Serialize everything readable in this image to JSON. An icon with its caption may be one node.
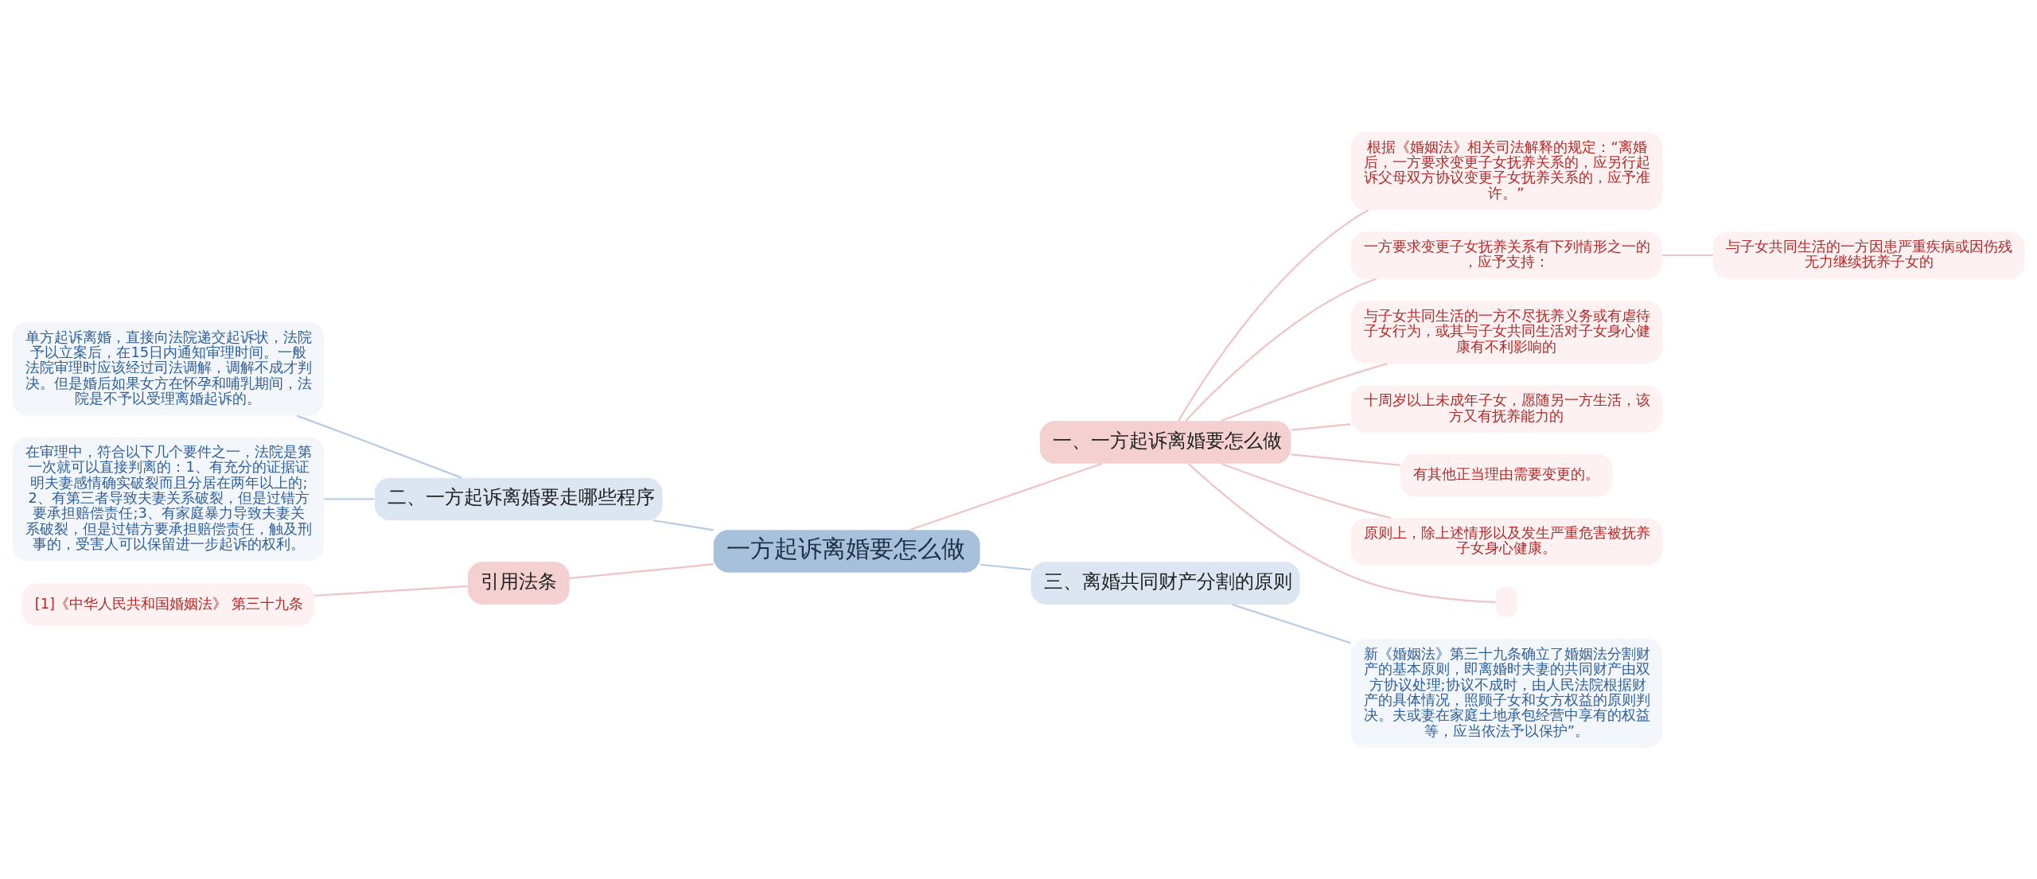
{
  "diagram": {
    "nodes": [
      {
        "text": [
          "一方起诉离婚要怎么做"
        ]
      },
      {
        "text": [
          "一、一方起诉离婚要怎么做"
        ]
      },
      {
        "text": [
          "根据《婚姻法》相关司法解释的规定：“离婚后，一方要求变更子女抚养关系的，应另行起诉父母双方协议变更子女抚养关系的，应予准许。”"
        ]
      },
      {
        "text": [
          "一方要求变更子女抚养关系有下列情形之一的，应予支持："
        ]
      },
      {
        "text": [
          "与子女共同生活的一方因患严重疾病或因伤残无力继续抚养子女的"
        ]
      },
      {
        "text": [
          "与子女共同生活的一方不尽抚养义务或有虐待子女行为，或其与子女共同生活对子女身心健康有不利影响的"
        ]
      },
      {
        "text": [
          "十周岁以上未成年子女，愿随另一方生活，该方又有抚养能力的"
        ]
      },
      {
        "text": [
          "有其他正当理由需要变更的。"
        ]
      },
      {
        "text": [
          "原则上，除上述情形以及发生严重危害被抚养子女身心健康。"
        ]
      },
      {
        "text": [],
        "shape": "box"
      },
      {
        "text": [
          "三、离婚共同财产分割的原则"
        ]
      },
      {
        "text": [
          "新《婚姻法》第三十九条确立了婚姻法分割财产的基本原则，即离婚时夫妻的共同财产由双方协议处理;协议不成时，由人民法院根据财产的具体情况，照顾子女和女方权益的原则判决。夫或妻在家庭土地承包经营中享有的权益等，应当依法予以保护”。"
        ]
      },
      {
        "text": [
          "二、一方起诉离婚要走哪些程序"
        ]
      },
      {
        "text": [
          "单方起诉离婚，直接向法院递交起诉状，法院予以立案后，在15日内通知审理时间。一般法院审理时应该经过司法调解，调解不成才判决。但是婚后如果女方在怀孕和哺乳期间，法院是不予以受理离婚起诉的。"
        ]
      },
      {
        "text": [
          "在审理中，符合以下几个要件之一，法院是第一次就可以直接判离的：1、有充分的证据证明夫妻感情确实破裂而且分居在两年以上的;2、有第三者导致夫妻关系破裂，但是过错方要承担赔偿责任;3、有家庭暴力导致夫妻关系破裂，但是过错方要承担赔偿责任，触及刑事的，受害人可以保留进一步起诉的权利。"
        ]
      },
      {
        "text": [
          "引用法条"
        ]
      },
      {
        "text": [
          "[1]《中华人民共和国婚姻法》 第三十九条"
        ]
      }
    ],
    "edges": [
      {
        "from": 0,
        "to": 1,
        "arrow": "none"
      },
      {
        "from": 1,
        "to": 2,
        "arrow": "none"
      },
      {
        "from": 1,
        "to": 3,
        "arrow": "none"
      },
      {
        "from": 3,
        "to": 4,
        "arrow": "none"
      },
      {
        "from": 1,
        "to": 5,
        "arrow": "none"
      },
      {
        "from": 1,
        "to": 6,
        "arrow": "none"
      },
      {
        "from": 1,
        "to": 7,
        "arrow": "none"
      },
      {
        "from": 1,
        "to": 8,
        "arrow": "none"
      },
      {
        "from": 1,
        "to": 9,
        "arrow": "none"
      },
      {
        "from": 0,
        "to": 10,
        "arrow": "none",
        "color": "#b8cce4"
      },
      {
        "from": 10,
        "to": 11,
        "arrow": "none",
        "color": "#b8cce4"
      },
      {
        "from": 0,
        "to": 12,
        "arrow": "none",
        "color": "#b8cce4"
      },
      {
        "from": 12,
        "to": 13,
        "arrow": "none",
        "color": "#b8cce4"
      },
      {
        "from": 12,
        "to": 14,
        "arrow": "none",
        "color": "#b8cce4"
      },
      {
        "from": 0,
        "to": 15,
        "arrow": "none"
      },
      {
        "from": 15,
        "to": 16,
        "arrow": "none"
      }
    ]
  }
}
